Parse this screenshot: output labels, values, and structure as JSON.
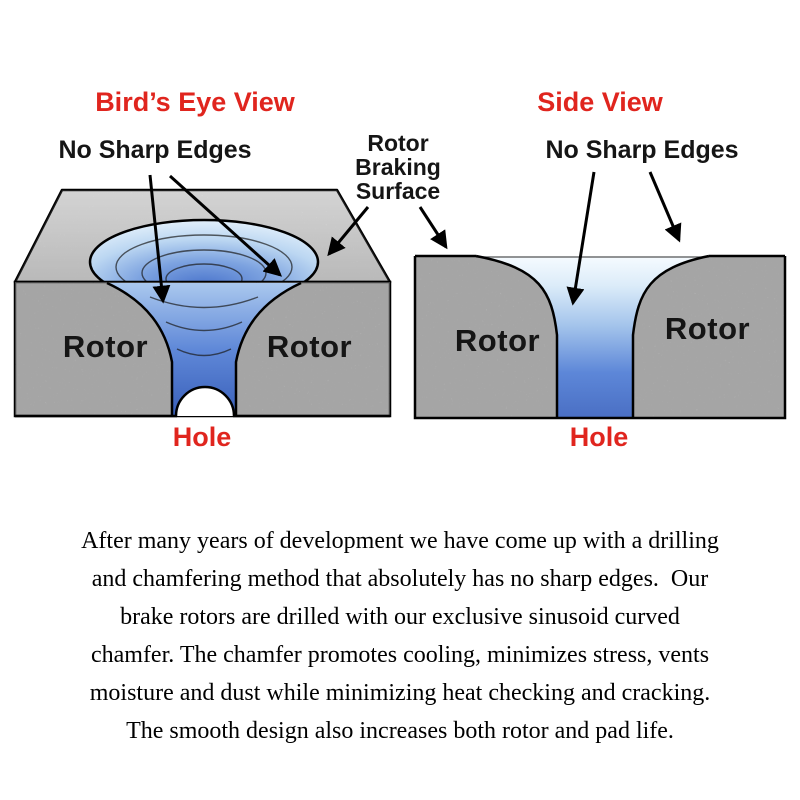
{
  "colors": {
    "accent_red": "#e0251e",
    "rotor_gray": "#c2c2c2",
    "hole_blue_deep": "#4a74cc",
    "hole_blue_light": "#eef7fd",
    "outline_black": "#000000"
  },
  "birds_eye_view": {
    "title": "Bird’s Eye View",
    "no_sharp_edges_label": "No Sharp Edges",
    "rotor_left_label": "Rotor",
    "rotor_right_label": "Rotor",
    "hole_label": "Hole"
  },
  "center_callout": {
    "rotor_braking_surface_lines": [
      "Rotor",
      "Braking",
      "Surface"
    ]
  },
  "side_view": {
    "title": "Side View",
    "no_sharp_edges_label": "No Sharp Edges",
    "rotor_left_label": "Rotor",
    "rotor_right_label": "Rotor",
    "hole_label": "Hole"
  },
  "paragraph": {
    "lines": [
      "After many years of development we have come up with a drilling",
      "and chamfering method that absolutely has no sharp edges.  Our",
      "brake rotors are drilled with our exclusive sinusoid curved",
      "chamfer. The chamfer promotes cooling, minimizes stress, vents",
      "moisture and dust while minimizing heat checking and cracking.",
      "The smooth design also increases both rotor and pad life."
    ]
  }
}
